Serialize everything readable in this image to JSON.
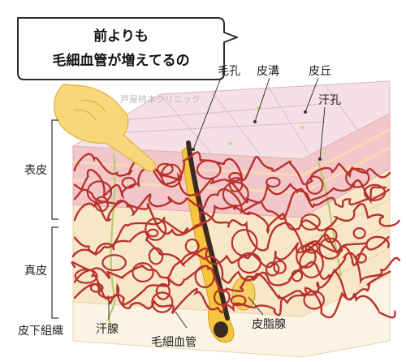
{
  "callout": {
    "line1": "前よりも",
    "line2": "毛細血管が増えてるの"
  },
  "watermark": "芦屋柿本クリニック",
  "labels": {
    "pore": "毛孔",
    "sulcus": "皮溝",
    "crista": "皮丘",
    "sweat_pore": "汗孔",
    "epidermis": "表皮",
    "dermis": "真皮",
    "subcutis": "皮下組織",
    "sweat_gland": "汗腺",
    "capillary": "毛細血管",
    "sebaceous_gland": "皮脂腺"
  },
  "colors": {
    "vessel": "#b8322d",
    "surface": "#f5e0e6",
    "epidermis": "#f3c6c9",
    "dermis": "#f8e6c8",
    "subcutis": "#fbf3e3",
    "hair": "#3a2a22",
    "hand": "#f7d779"
  }
}
